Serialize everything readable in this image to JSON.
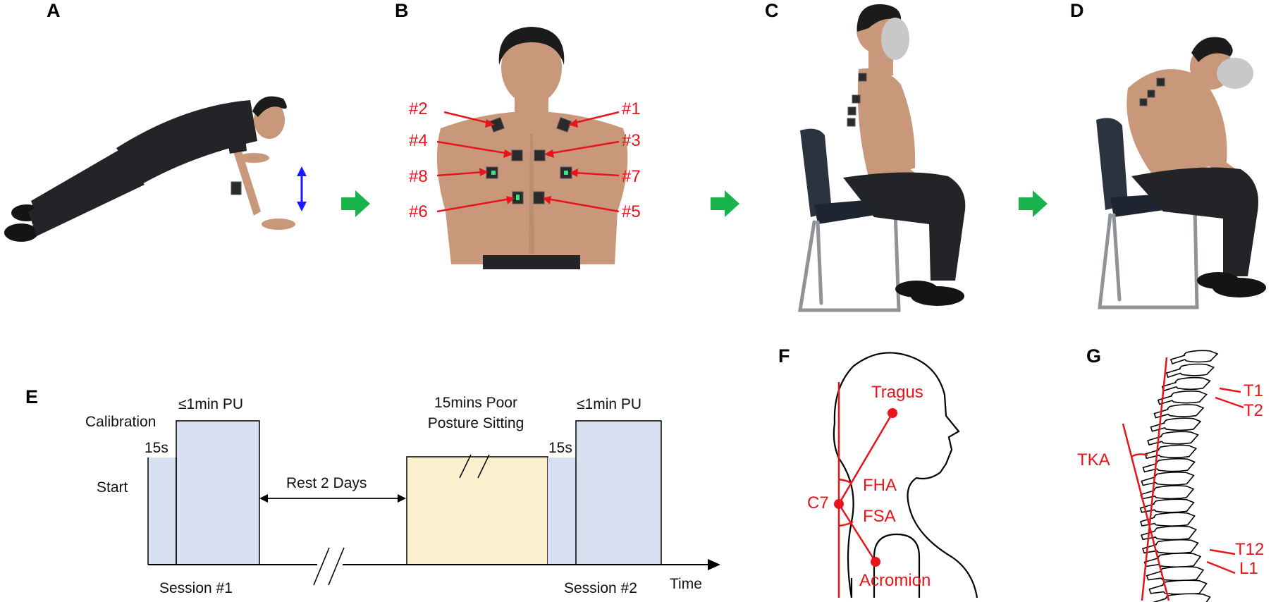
{
  "panels": {
    "a": "A",
    "b": "B",
    "c": "C",
    "d": "D",
    "e": "E",
    "f": "F",
    "g": "G"
  },
  "colors": {
    "label_red": "#e8141b",
    "arrow_green": "#18b34a",
    "double_arrow_blue": "#1a1aff",
    "calibration_fill": "#d8dff1",
    "poor_posture_fill": "#fcefcd"
  },
  "sensors": {
    "s1": "#1",
    "s2": "#2",
    "s3": "#3",
    "s4": "#4",
    "s5": "#5",
    "s6": "#6",
    "s7": "#7",
    "s8": "#8"
  },
  "timeline": {
    "calibration_label": "Calibration",
    "start_label": "Start",
    "start_duration_1": "15s",
    "pu_label_1": "≤1min PU",
    "rest_label": "Rest 2 Days",
    "poor_posture_line1": "15mins Poor",
    "poor_posture_line2": "Posture Sitting",
    "start_duration_2": "15s",
    "pu_label_2": "≤1min PU",
    "session_1": "Session #1",
    "session_2": "Session #2",
    "time_axis": "Time"
  },
  "head_diagram": {
    "tragus": "Tragus",
    "c7": "C7",
    "fha": "FHA",
    "fsa": "FSA",
    "acromion": "Acromion"
  },
  "spine_diagram": {
    "t1": "T1",
    "t2": "T2",
    "tka": "TKA",
    "t12": "T12",
    "l1": "L1"
  }
}
